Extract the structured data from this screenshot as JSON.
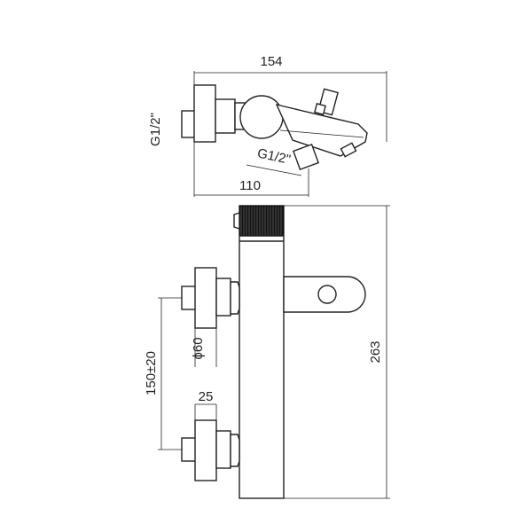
{
  "dimensions": {
    "overall_width": "154",
    "inlet_thread_left": "G1/2\"",
    "outlet_thread": "G1/2\"",
    "inner_width": "110",
    "diameter": "ϕ60",
    "centres": "150±20",
    "body_width": "25",
    "height": "263"
  },
  "colors": {
    "line": "#222222",
    "knurl": "#111111",
    "background": "#ffffff"
  }
}
